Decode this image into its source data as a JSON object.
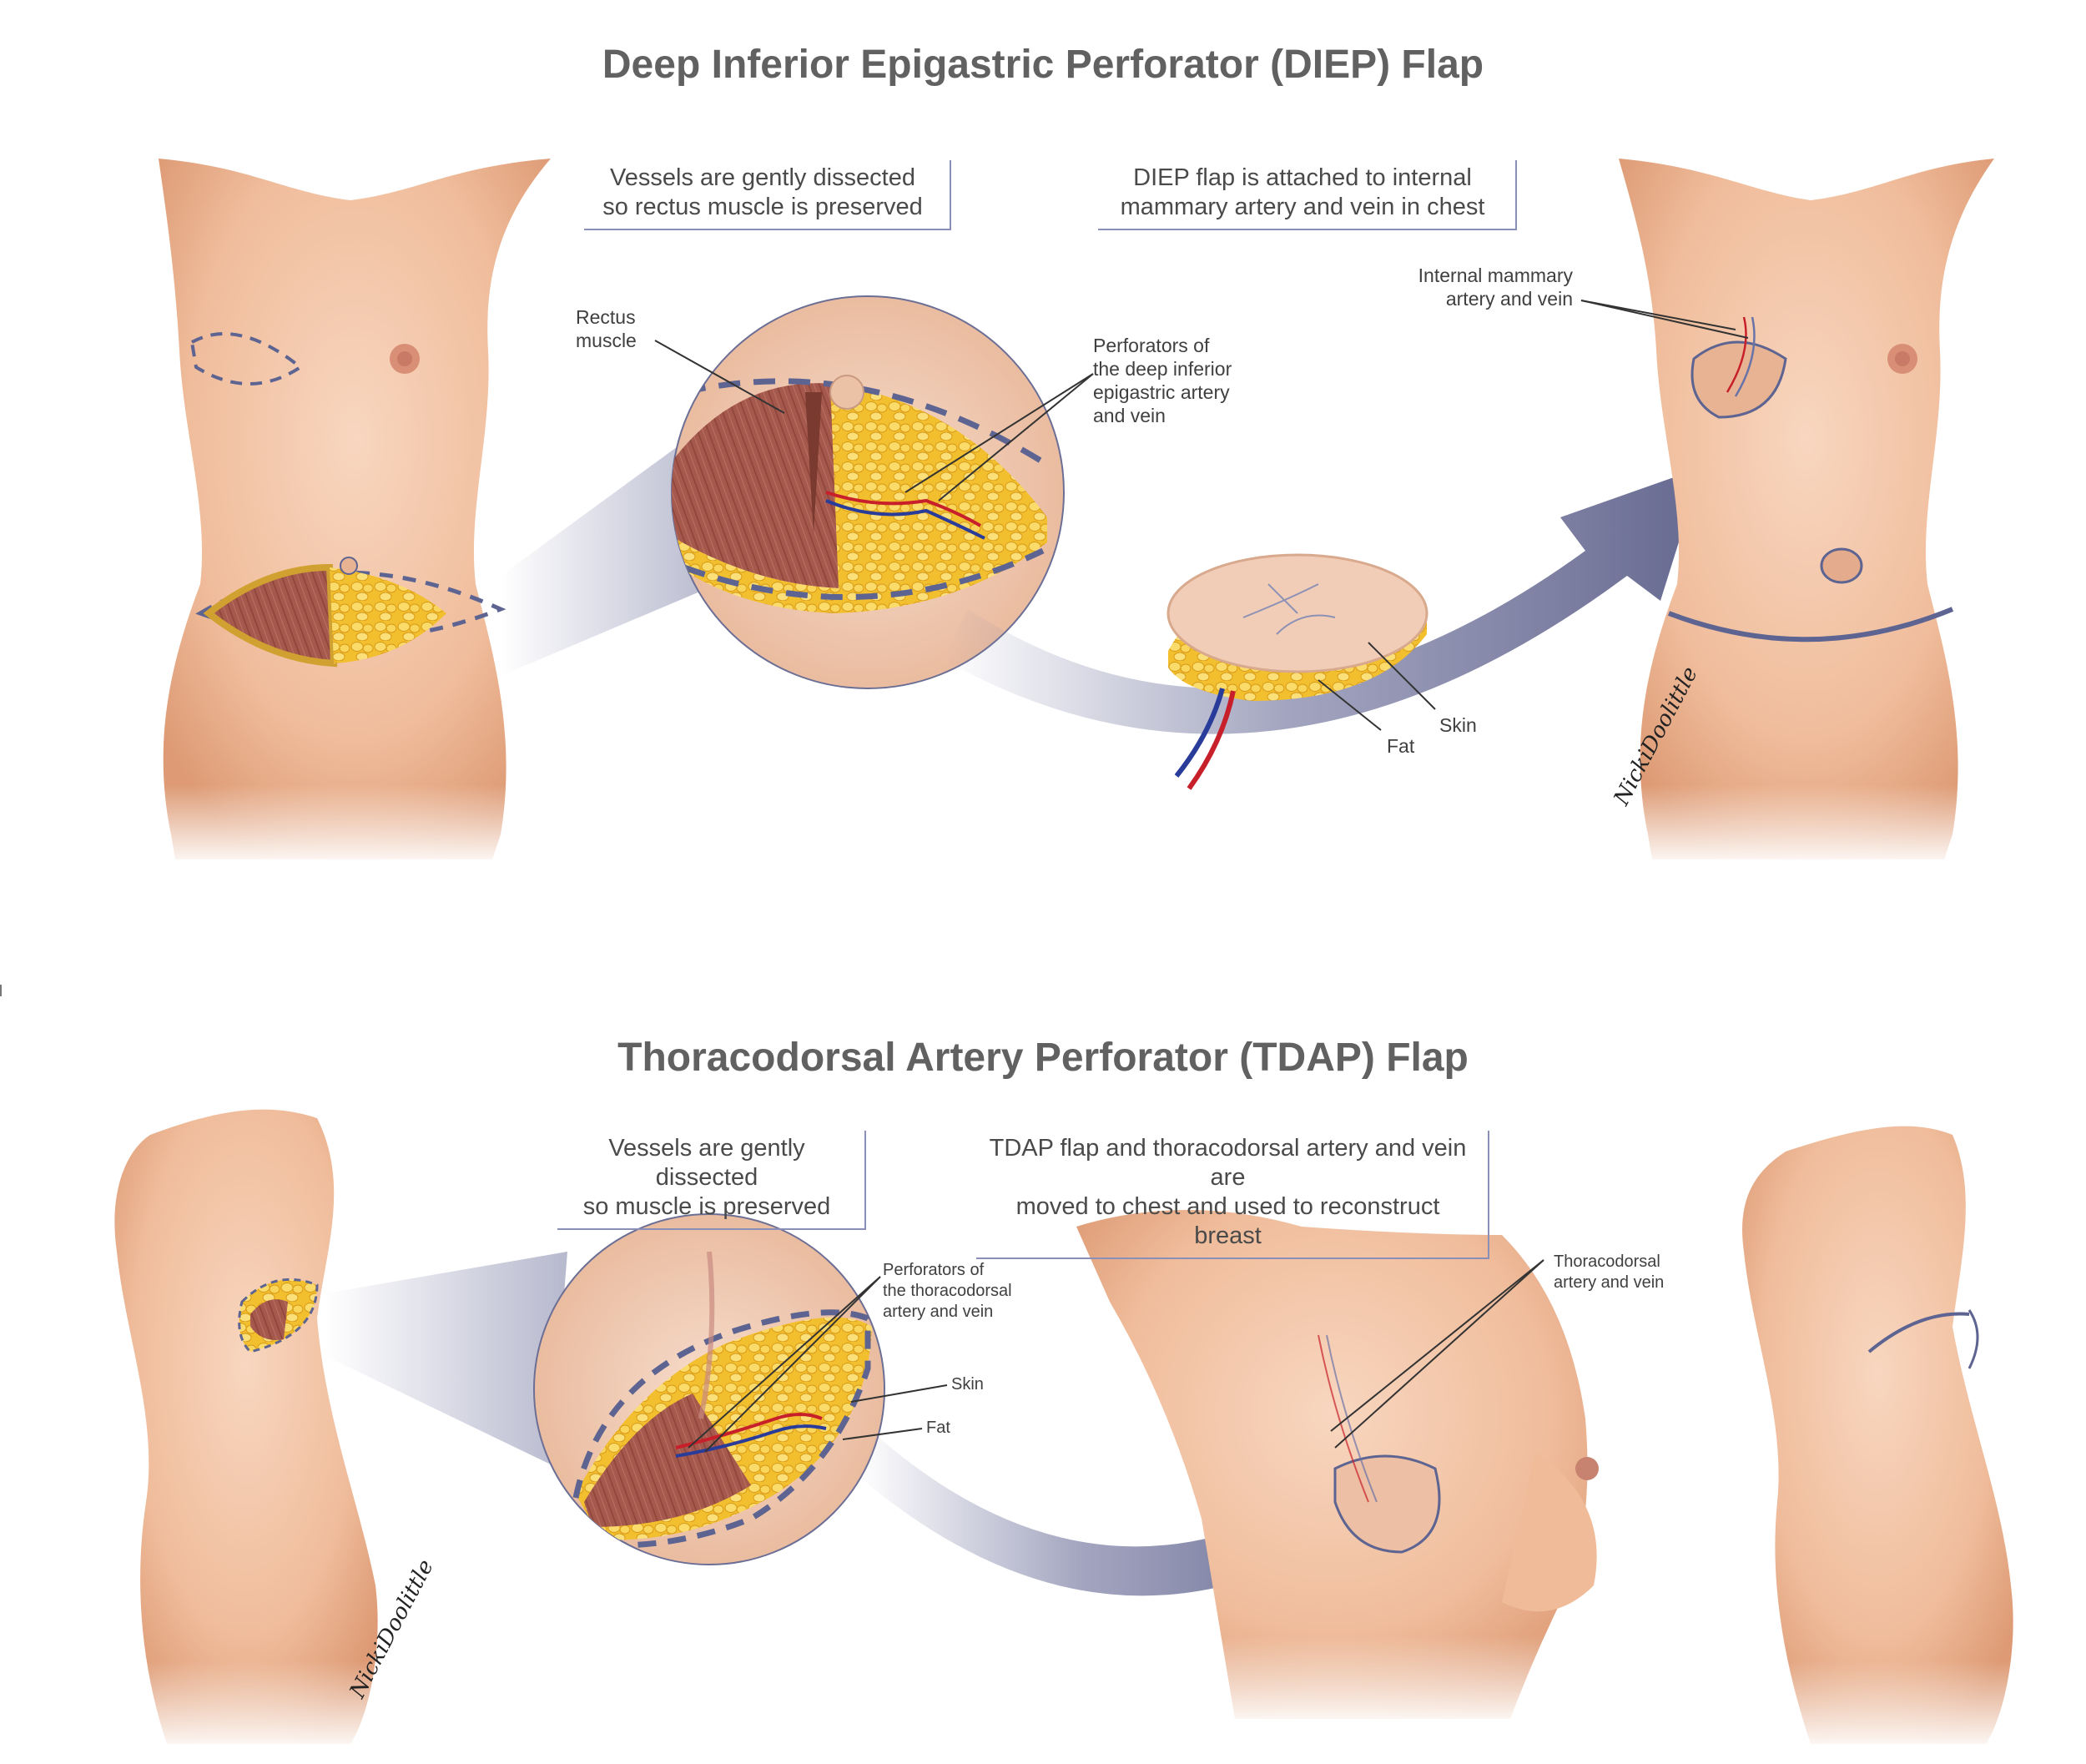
{
  "diep": {
    "title": "Deep Inferior Epigastric Perforator (DIEP) Flap",
    "caption_left": [
      "Vessels are gently dissected",
      "so rectus muscle is preserved"
    ],
    "caption_right": [
      "DIEP flap is attached to internal",
      "mammary artery and vein in chest"
    ],
    "label_rectus": [
      "Rectus",
      "muscle"
    ],
    "label_perforators": [
      "Perforators of",
      "the deep inferior",
      "epigastric artery",
      "and vein"
    ],
    "label_mammary": [
      "Internal mammary",
      "artery and vein"
    ],
    "label_skin": "Skin",
    "label_fat": "Fat"
  },
  "tdap": {
    "title": "Thoracodorsal Artery Perforator (TDAP) Flap",
    "caption_left": [
      "Vessels are gently dissected",
      "so muscle is preserved"
    ],
    "caption_right": [
      "TDAP flap and thoracodorsal artery and vein are",
      "moved to chest and used to reconstruct breast"
    ],
    "label_perforators": [
      "Perforators of",
      "the thoracodorsal",
      "artery and vein"
    ],
    "label_skin": "Skin",
    "label_fat": "Fat",
    "label_thoracodorsal": [
      "Thoracodorsal",
      "artery and vein"
    ]
  },
  "signature": "NickiDoolittle",
  "colors": {
    "skin": "#f2c2a4",
    "skin_shadow": "#d9956f",
    "fat": "#f3c43a",
    "muscle": "#a85a4e",
    "arrow": "#6f7195",
    "incision": "#5d6491",
    "artery": "#c8202a",
    "vein": "#2a3c9a",
    "text": "#4a4a4a"
  }
}
